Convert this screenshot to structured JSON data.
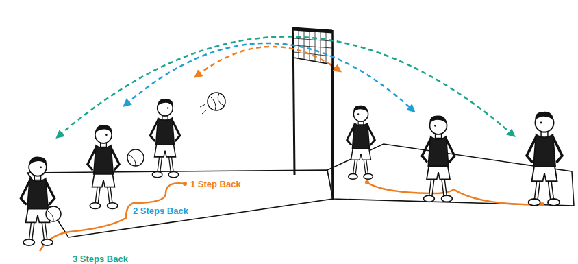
{
  "diagram": {
    "labels": [
      "1 Step Back",
      "2 Steps Back",
      "3 Steps Back"
    ]
  }
}
